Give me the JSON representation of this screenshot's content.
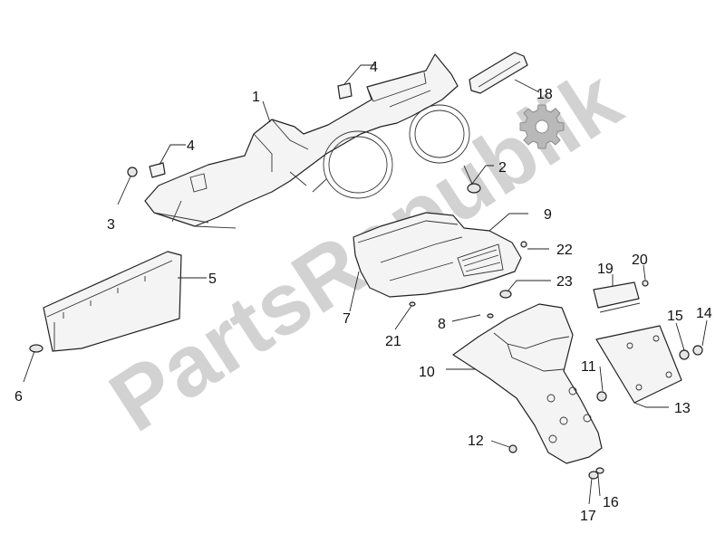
{
  "watermark": {
    "text": "PartsRepublik",
    "color": "#cfcfcf"
  },
  "callouts": [
    {
      "id": "1",
      "label": "1"
    },
    {
      "id": "2",
      "label": "2"
    },
    {
      "id": "3",
      "label": "3"
    },
    {
      "id": "4a",
      "label": "4"
    },
    {
      "id": "4b",
      "label": "4"
    },
    {
      "id": "5",
      "label": "5"
    },
    {
      "id": "6",
      "label": "6"
    },
    {
      "id": "7",
      "label": "7"
    },
    {
      "id": "8",
      "label": "8"
    },
    {
      "id": "9",
      "label": "9"
    },
    {
      "id": "10",
      "label": "10"
    },
    {
      "id": "11",
      "label": "11"
    },
    {
      "id": "12",
      "label": "12"
    },
    {
      "id": "13",
      "label": "13"
    },
    {
      "id": "14",
      "label": "14"
    },
    {
      "id": "15",
      "label": "15"
    },
    {
      "id": "16",
      "label": "16"
    },
    {
      "id": "17",
      "label": "17"
    },
    {
      "id": "18",
      "label": "18"
    },
    {
      "id": "19",
      "label": "19"
    },
    {
      "id": "20",
      "label": "20"
    },
    {
      "id": "21",
      "label": "21"
    },
    {
      "id": "22",
      "label": "22"
    },
    {
      "id": "23",
      "label": "23"
    }
  ],
  "icons": {
    "kit_symbol": "gear-icon"
  }
}
